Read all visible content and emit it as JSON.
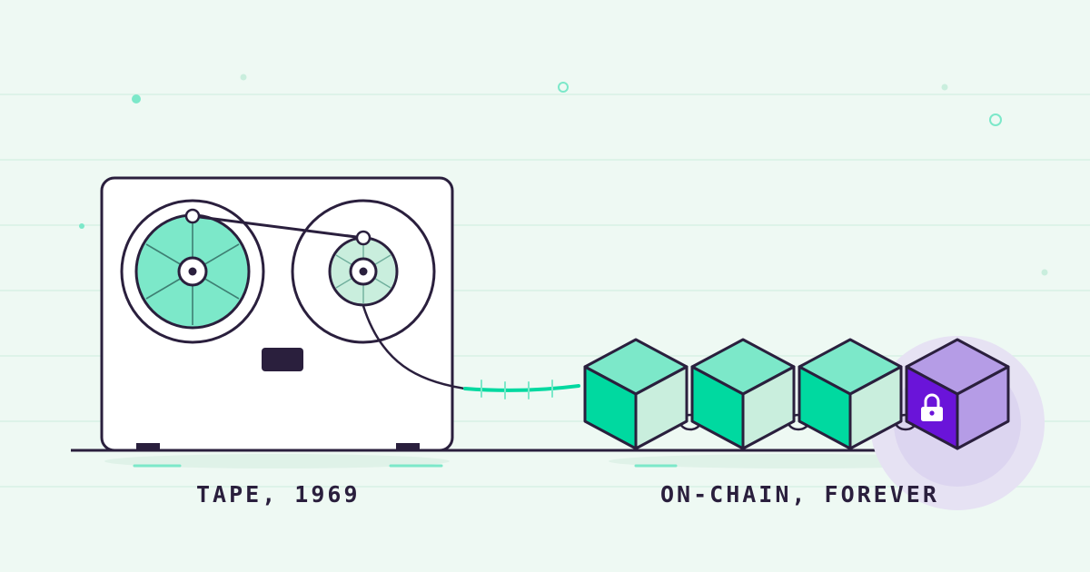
{
  "captions": {
    "left": "TAPE, 1969",
    "right": "ON-CHAIN, FOREVER"
  },
  "colors": {
    "background": "#eef9f3",
    "ink": "#2a1f3d",
    "mint": "#7ce8c9",
    "mint_dark": "#00d9a0",
    "mint_pale": "#c9eedd",
    "purple": "#6a14d9",
    "purple_light": "#b59ce6"
  },
  "icons": {
    "tape_machine": "reel-to-reel-tape-icon",
    "blocks": "blockchain-cube-icon",
    "lock": "padlock-icon"
  },
  "chain": {
    "block_count": 4,
    "locked_block": 4
  }
}
